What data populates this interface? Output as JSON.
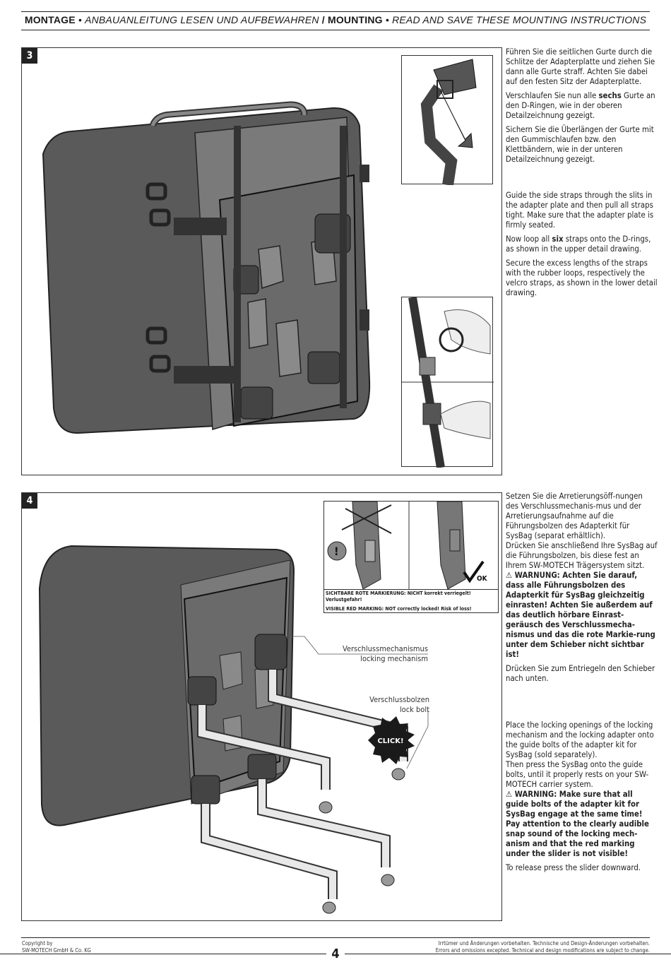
{
  "header": {
    "montage": "MONTAGE",
    "sep1": "•",
    "de_sub": "ANBAUANLEITUNG LESEN UND AUFBEWAHREN",
    "slash": "/",
    "mounting": "MOUNTING",
    "sep2": "•",
    "en_sub": "READ AND SAVE THESE MOUNTING INSTRUCTIONS"
  },
  "step3": {
    "number": "3",
    "de": {
      "p1": "Führen Sie die seitlichen Gurte durch die Schlitze der Adapterplatte und ziehen Sie dann alle Gurte straff. Achten Sie dabei auf den festen Sitz der Adapterplatte.",
      "p2_pre": "Verschlaufen Sie nun alle ",
      "p2_bold": "sechs",
      "p2_post": " Gurte an den D-Ringen, wie in der oberen Detailzeichnung gezeigt.",
      "p3": "Sichern Sie die Überlängen der Gurte mit den Gummischlaufen bzw. den Klettbändern, wie in der unteren Detailzeichnung gezeigt."
    },
    "en": {
      "p1": "Guide the side straps through the slits in the adapter plate and then pull all straps tight. Make sure that the adapter plate is firmly seated.",
      "p2_pre": "Now loop all ",
      "p2_bold": "six",
      "p2_post": " straps onto the D-rings, as shown in the upper detail drawing.",
      "p3": "Secure the excess lengths of the straps with the rubber loops, respectively the velcro straps, as shown in the lower detail drawing."
    }
  },
  "step4": {
    "number": "4",
    "inset": {
      "warn_de": "SICHTBARE ROTE MARKIERUNG: NICHT korrekt verriegelt! Verlustgefahr!",
      "warn_en": "VISIBLE RED MARKING: NOT correctly locked! Risk of loss!",
      "ok": "OK"
    },
    "labels": {
      "mech_de": "Verschlussmechanismus",
      "mech_en": "locking mechanism",
      "bolt_de": "Verschlussbolzen",
      "bolt_en": "lock bolt",
      "click": "CLICK!"
    },
    "de": {
      "p1": "Setzen Sie die Arretierungsöff-nungen des Verschlussmechanis-mus und der Arretierungsaufnahme auf die Führungsbolzen des Adapterkit für SysBag (separat erhältlich).",
      "p2": "Drücken Sie anschließend Ihre SysBag auf die Führungsbolzen, bis diese fest an Ihrem SW-MOTECH Trägersystem sitzt.",
      "warning": "WARNUNG: Achten Sie darauf, dass alle Führungsbolzen des Adapterkit für SysBag gleichzeitig einrasten! Achten Sie außerdem auf das deutlich hörbare Einrast-geräusch des Verschlussmecha-nismus und das die rote Markie-rung unter dem Schieber nicht sichtbar ist!",
      "p3": "Drücken Sie zum Entriegeln den Schieber nach unten."
    },
    "en": {
      "p1": "Place the locking openings of the locking mechanism and the locking adapter onto the guide bolts of the adapter kit for SysBag (sold separately).",
      "p2": "Then press the SysBag onto the guide bolts, until it properly rests on your SW-MOTECH carrier system.",
      "warning": "WARNING: Make sure that all guide bolts of the adapter kit for SysBag engage at the same time! Pay attention to the clearly audible snap sound of the locking mech-anism and that the red marking under the slider is not visible!",
      "p3": "To release press the slider downward."
    },
    "warning_icon": "warning-triangle-icon"
  },
  "footer": {
    "copyright_1": "Copyright by",
    "copyright_2": "SW-MOTECH GmbH & Co. KG",
    "page": "4",
    "disclaimer_de": "Irrtümer und Änderungen vorbehalten. Technische und Design-Änderungen vorbehalten.",
    "disclaimer_en": "Errors and omissions excepted. Technical and design modifications are subject to change."
  }
}
